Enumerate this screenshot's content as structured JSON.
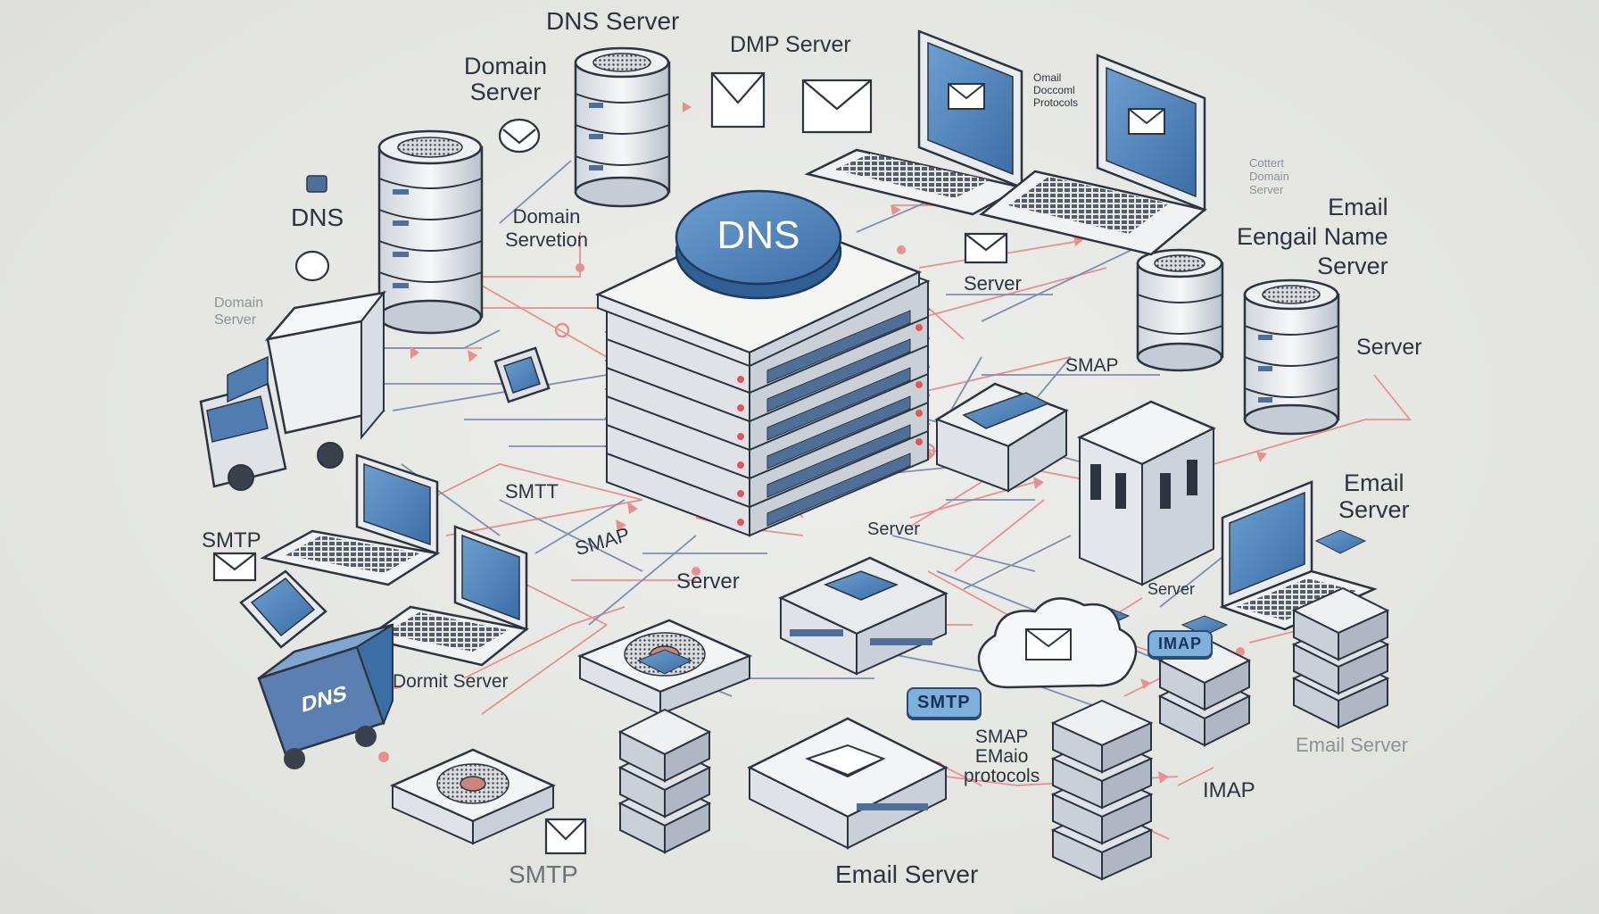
{
  "labels": {
    "dns_server_top": "DNS Server",
    "dmp_server": "DMP Server",
    "domain_server_top": "Domain\nServer",
    "dns_left": "DNS",
    "domain_servetion": "Domain\nServetion",
    "domain_left_faint": "Domain\nServer",
    "email_engail": "Email\nEengail Name\nServer",
    "faint_tr": "Cottert\nDomain\nServer",
    "omail_tiny": "Omail\nDoccoml\nProtocols",
    "server_mid": "Server",
    "server_right": "Server",
    "smap_right": "SMAP",
    "smtt": "SMTT",
    "smtp_left": "SMTP",
    "smap_mid": "SMAP",
    "server_center": "Server",
    "server_center2": "Server",
    "server_bottom_right": "Server",
    "email_server_right": "Email\nServer",
    "dormit_server": "Dormit Server",
    "smap_emaio": "SMAP\nEMaio\nprotocols",
    "imap_bottom": "IMAP",
    "email_server_bottom": "Email Server",
    "email_server_faint": "Email Server",
    "smtp_bottom": "SMTP"
  },
  "badges": {
    "dns_disc": "DNS",
    "imap_badge": "IMAP",
    "smtp_badge": "SMTP",
    "truck_sign": "DNS"
  },
  "colors": {
    "accent_blue": "#4a82b8",
    "dark_navy": "#2c3440",
    "link_red": "#e8908f",
    "link_blue": "#7d8fb0",
    "device_white": "#f4f4f1"
  }
}
